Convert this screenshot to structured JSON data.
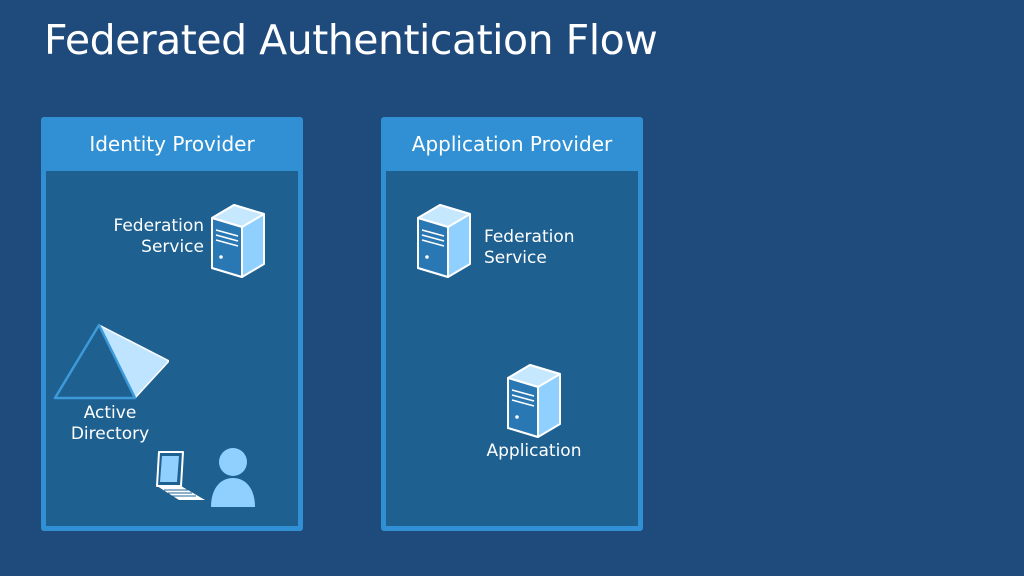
{
  "slide": {
    "title": "Federated Authentication Flow"
  },
  "identity_provider": {
    "title": "Identity Provider",
    "federation_service": {
      "line1": "Federation",
      "line2": "Service"
    },
    "active_directory": {
      "line1": "Active",
      "line2": "Directory"
    }
  },
  "application_provider": {
    "title": "Application Provider",
    "federation_service": {
      "line1": "Federation",
      "line2": "Service"
    },
    "application": {
      "label": "Application"
    }
  },
  "icons": {
    "server": "server-icon",
    "directory": "active-directory-icon",
    "laptop": "laptop-icon",
    "user": "user-icon"
  },
  "colors": {
    "background": "#1f4a7c",
    "panel_header": "#3190d3",
    "panel_body": "#1e6090",
    "icon_fill": "#8fd0ff",
    "icon_outline": "#ffffff"
  }
}
